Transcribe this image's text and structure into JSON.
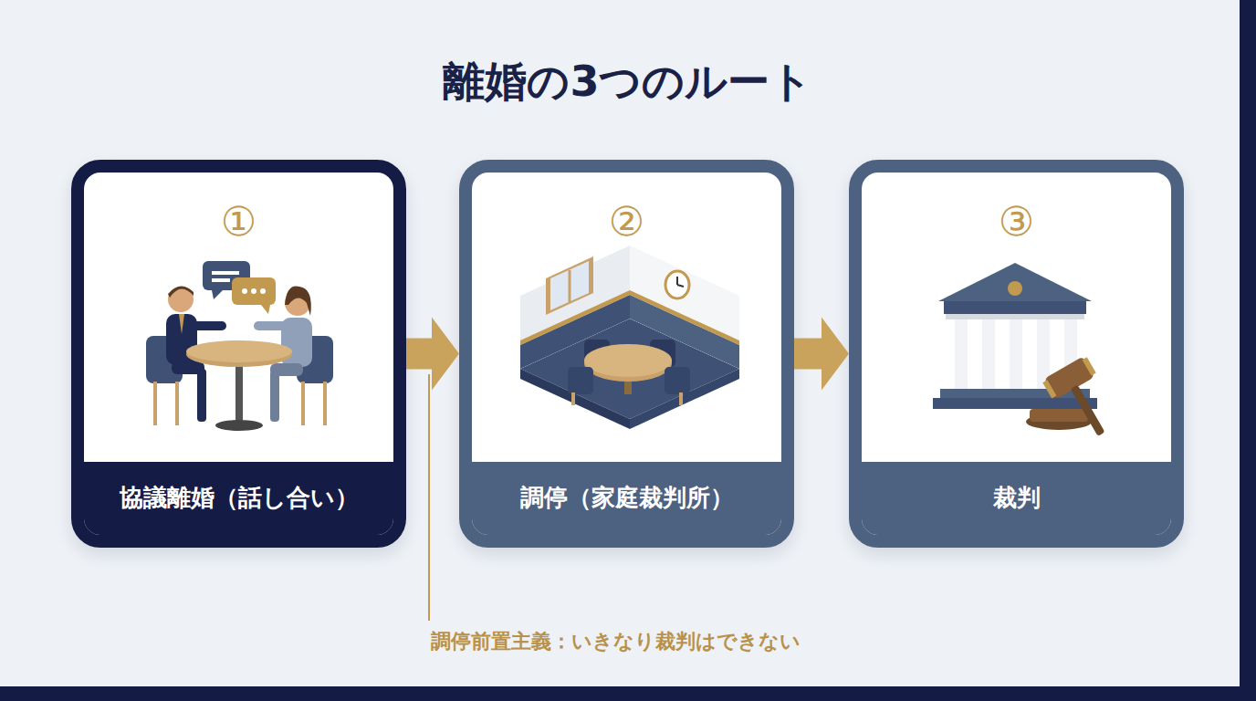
{
  "diagram": {
    "title": "離婚の3つのルート",
    "nodes": [
      {
        "text": [
          "①",
          "協議離婚（話し合い）"
        ]
      },
      {
        "text": [
          "②",
          "調停（家庭裁判所）"
        ]
      },
      {
        "text": [
          "③",
          "裁判"
        ]
      }
    ],
    "edges": [
      {
        "from": 0,
        "to": 1,
        "arrow": "to"
      },
      {
        "from": 1,
        "to": 2,
        "arrow": "to"
      }
    ],
    "labels": [
      "調停前置主義：いきなり裁判はできない"
    ]
  }
}
